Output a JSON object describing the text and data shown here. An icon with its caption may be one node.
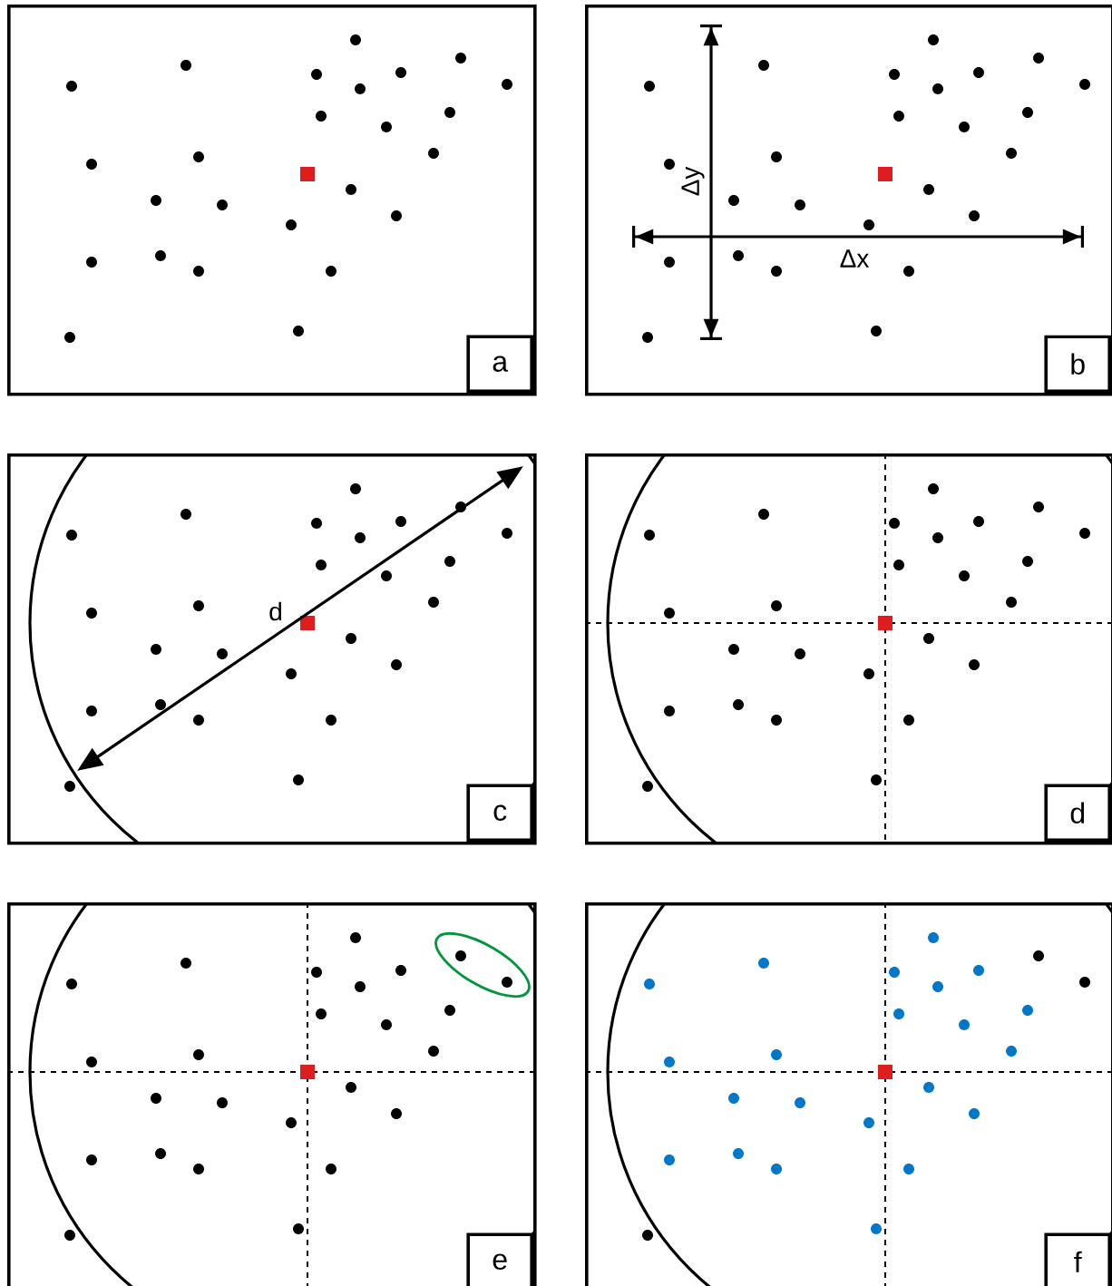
{
  "diagram": {
    "nodes": [
      {
        "text": [],
        "shape": "box"
      },
      {
        "text": [
          "a"
        ],
        "in": 0
      },
      {
        "text": [],
        "shape": "box"
      },
      {
        "text": [
          "b"
        ],
        "in": 2
      },
      {
        "text": [],
        "shape": "box"
      },
      {
        "text": [
          "c"
        ],
        "in": 4
      },
      {
        "text": [],
        "shape": "box"
      },
      {
        "text": [
          "d"
        ],
        "in": 6
      },
      {
        "text": [],
        "shape": "box"
      },
      {
        "text": [
          "e"
        ],
        "in": 8
      },
      {
        "text": [],
        "shape": "box"
      },
      {
        "text": [
          "f"
        ],
        "in": 10
      }
    ],
    "labels": [
      "Δy",
      "Δx",
      "d"
    ]
  }
}
